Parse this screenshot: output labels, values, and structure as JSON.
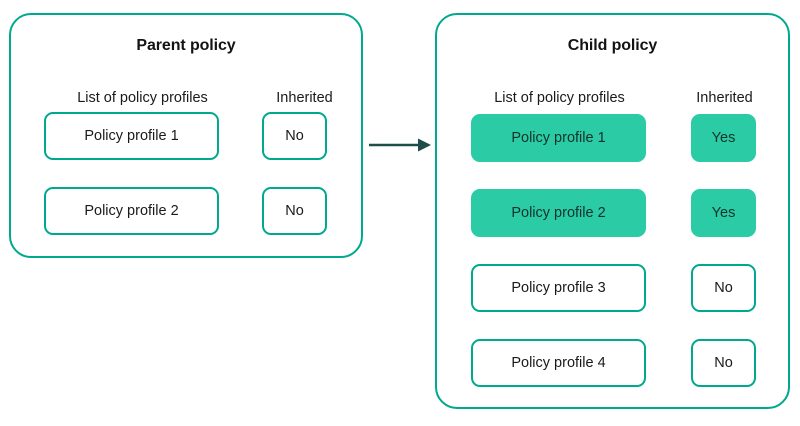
{
  "colors": {
    "panel_border": "#00a88e",
    "pill_border": "#00a88e",
    "pill_filled": "#2bcba6",
    "arrow": "#1f4e4a",
    "text": "#1a1a1a",
    "background": "#ffffff"
  },
  "panels": [
    {
      "id": "parent",
      "title": "Parent policy",
      "columns": {
        "profiles": "List of policy profiles",
        "inherited": "Inherited"
      },
      "rows": [
        {
          "profile": "Policy profile 1",
          "inherited": "No",
          "highlighted": false
        },
        {
          "profile": "Policy profile 2",
          "inherited": "No",
          "highlighted": false
        }
      ]
    },
    {
      "id": "child",
      "title": "Child policy",
      "columns": {
        "profiles": "List of policy profiles",
        "inherited": "Inherited"
      },
      "rows": [
        {
          "profile": "Policy profile 1",
          "inherited": "Yes",
          "highlighted": true
        },
        {
          "profile": "Policy profile 2",
          "inherited": "Yes",
          "highlighted": true
        },
        {
          "profile": "Policy profile 3",
          "inherited": "No",
          "highlighted": false
        },
        {
          "profile": "Policy profile 4",
          "inherited": "No",
          "highlighted": false
        }
      ]
    }
  ],
  "connector": {
    "icon": "arrow-right-icon",
    "from": "parent",
    "to": "child"
  }
}
